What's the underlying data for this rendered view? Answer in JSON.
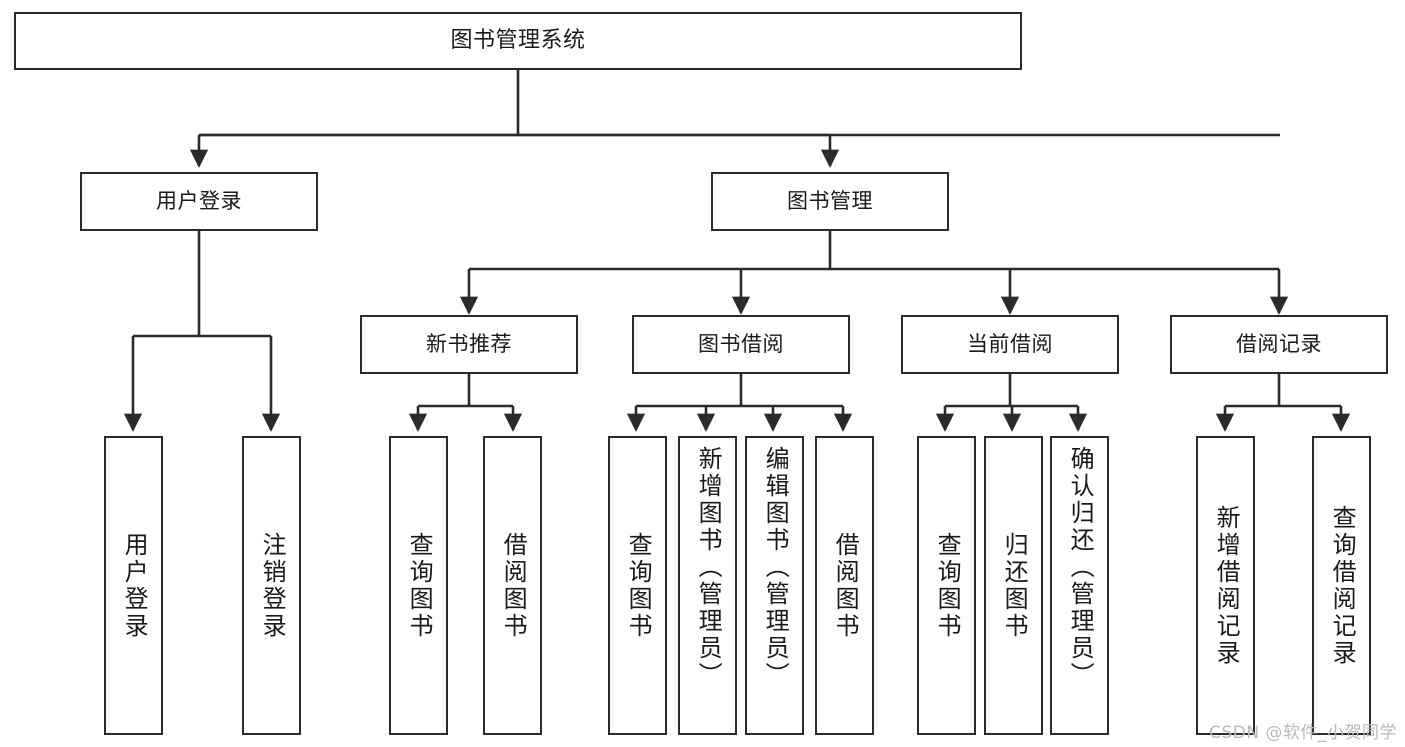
{
  "diagram": {
    "title": "图书管理系统",
    "type": "tree",
    "colors": {
      "stroke": "#2b2b2b",
      "fill": "#ffffff",
      "text": "#1a1a1a",
      "watermark": "#b9b9b9"
    },
    "root": {
      "label": "图书管理系统"
    },
    "level2": [
      {
        "label": "用户登录"
      },
      {
        "label": "图书管理"
      }
    ],
    "level3": [
      {
        "label": "新书推荐"
      },
      {
        "label": "图书借阅"
      },
      {
        "label": "当前借阅"
      },
      {
        "label": "借阅记录"
      }
    ],
    "leaves": {
      "user_login": [
        {
          "label": "用户登录"
        },
        {
          "label": "注销登录"
        }
      ],
      "new_book": [
        {
          "label": "查询图书"
        },
        {
          "label": "借阅图书"
        }
      ],
      "book_borrow": [
        {
          "label": "查询图书"
        },
        {
          "label": "新增图书（管理员）"
        },
        {
          "label": "编辑图书（管理员）"
        },
        {
          "label": "借阅图书"
        }
      ],
      "current_borrow": [
        {
          "label": "查询图书"
        },
        {
          "label": "归还图书"
        },
        {
          "label": "确认归还（管理员）"
        }
      ],
      "borrow_record": [
        {
          "label": "新增借阅记录"
        },
        {
          "label": "查询借阅记录"
        }
      ]
    }
  },
  "watermark": {
    "text": "CSDN @软件_小贺同学"
  }
}
